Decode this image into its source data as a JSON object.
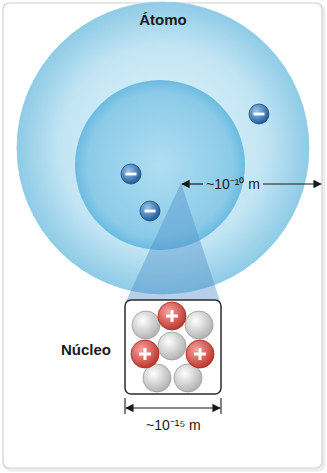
{
  "diagram": {
    "nodes": [
      {
        "text": [
          "Átomo"
        ]
      },
      {
        "text": [
          "Núcleo"
        ]
      }
    ],
    "labels": [
      "~10⁻¹⁰ m",
      "~10⁻¹⁵ m"
    ]
  }
}
